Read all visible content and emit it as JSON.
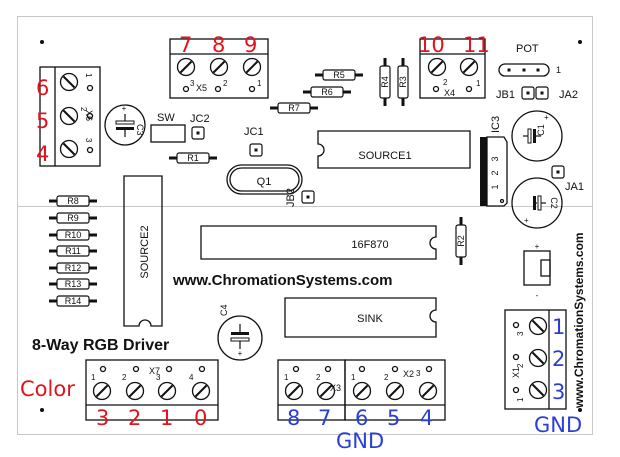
{
  "board": {
    "title": "8-Way RGB Driver",
    "website": "www.ChromationSystems.com",
    "website_vertical": "www.ChromationSystems.com",
    "colors": {
      "red_labels": "#e0141e",
      "blue_labels": "#2a3fd6",
      "outline": "#111111",
      "border": "#c8c8c8"
    }
  },
  "chips": {
    "source1": "SOURCE1",
    "source2": "SOURCE2",
    "mcu": "16F870",
    "sink": "SINK",
    "ic3": "IC3",
    "ic3_pins": [
      "1",
      "2",
      "3"
    ]
  },
  "components": {
    "q1": "Q1",
    "sw": "SW",
    "jc1": "JC1",
    "jc2": "JC2",
    "jb1": "JB1",
    "jb2": "JB2",
    "ja1": "JA1",
    "ja2": "JA2",
    "pot": "POT",
    "pot_pin": "1",
    "c1": "C1",
    "c2": "C2",
    "c3": "C3",
    "c4": "C4",
    "plus": "+",
    "minus": "-"
  },
  "resistors": {
    "r1": "R1",
    "r2": "R2",
    "r3": "R3",
    "r4": "R4",
    "r5": "R5",
    "r6": "R6",
    "r7": "R7",
    "bank": [
      "R8",
      "R9",
      "R10",
      "R11",
      "R12",
      "R13",
      "R14"
    ]
  },
  "terminals": {
    "x1": {
      "name": "X1",
      "pins": [
        "3",
        "2",
        "1"
      ],
      "labels": [
        "1",
        "2",
        "3"
      ],
      "footer": "GND"
    },
    "x4": {
      "name": "X4",
      "pins": [
        "2",
        "1"
      ],
      "labels": [
        "10",
        "11"
      ]
    },
    "x5": {
      "name": "X5",
      "pins": [
        "3",
        "2",
        "1"
      ],
      "labels": [
        "7",
        "8",
        "9"
      ]
    },
    "x6": {
      "name": "X6",
      "pins": [
        "1",
        "2",
        "3"
      ],
      "labels": [
        "6",
        "5",
        "4"
      ]
    },
    "x7": {
      "name": "X7",
      "pins": [
        "1",
        "2",
        "3",
        "4"
      ],
      "labels": [
        "3",
        "2",
        "1",
        "0"
      ],
      "side_label": "Color"
    },
    "x3": {
      "name": "X3",
      "pins": [
        "1",
        "2"
      ],
      "labels": [
        "8",
        "7"
      ]
    },
    "x2": {
      "name": "X2",
      "pins": [
        "1",
        "2",
        "3"
      ],
      "labels": [
        "6",
        "5",
        "4"
      ]
    },
    "bottom_footer": "GND"
  }
}
